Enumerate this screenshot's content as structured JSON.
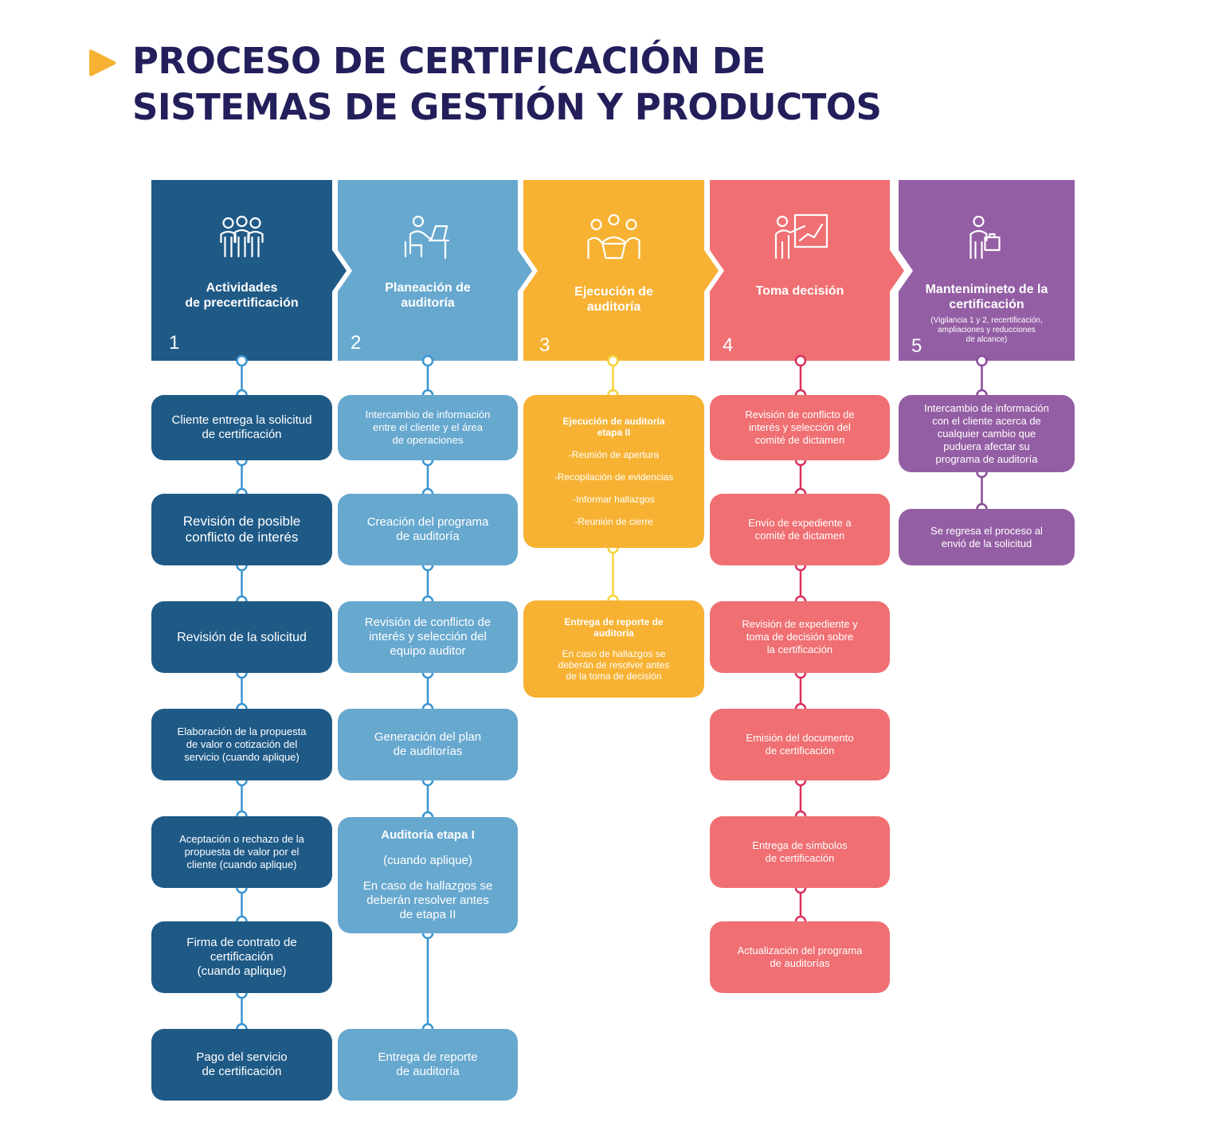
{
  "title": {
    "line1": "PROCESO DE CERTIFICACIÓN DE",
    "line2": "SISTEMAS DE GESTIÓN Y PRODUCTOS",
    "text_color": "#231f5b",
    "arrow_color": "#f7b233"
  },
  "colors": {
    "col1": "#1f5a87",
    "col2": "#67a8cf",
    "col3": "#f7b233",
    "col4": "#ef6f72",
    "col5": "#945ea4",
    "connector1": "#3a95d2",
    "connector2": "#3a95d2",
    "connector3": "#f5d33a",
    "connector4": "#d8305c",
    "connector5": "#8a4b9a"
  },
  "columns": [
    {
      "id": "col1",
      "number": "1",
      "title": "Actividades\nde precertificación",
      "subtitle": "",
      "icon": "people-group-icon",
      "steps": [
        {
          "lines": [
            {
              "text": "Cliente entrega la solicitud\nde certificación"
            }
          ]
        },
        {
          "lines": [
            {
              "text": "Revisión de posible\nconflicto de interés"
            }
          ]
        },
        {
          "lines": [
            {
              "text": "Revisión de la solicitud"
            }
          ]
        },
        {
          "lines": [
            {
              "text": "Elaboración de la propuesta\nde valor o cotización del\nservicio (cuando aplique)"
            }
          ]
        },
        {
          "lines": [
            {
              "text": "Aceptación o rechazo de la\npropuesta de valor por el\ncliente (cuando aplique)"
            }
          ]
        },
        {
          "lines": [
            {
              "text": "Firma de contrato de\ncertificación\n(cuando aplique)"
            }
          ]
        },
        {
          "lines": [
            {
              "text": "Pago del servicio\nde certificación"
            }
          ]
        }
      ]
    },
    {
      "id": "col2",
      "number": "2",
      "title": "Planeación de\nauditoría",
      "subtitle": "",
      "icon": "person-at-desk-icon",
      "steps": [
        {
          "lines": [
            {
              "text": "Intercambio de información\nentre el cliente y el área\nde operaciones"
            }
          ]
        },
        {
          "lines": [
            {
              "text": "Creación del programa\nde auditoría"
            }
          ]
        },
        {
          "lines": [
            {
              "text": "Revisión de conflicto de\ninterés y selección del\nequipo auditor"
            }
          ]
        },
        {
          "lines": [
            {
              "text": "Generación del plan\nde auditorías"
            }
          ]
        },
        {
          "lines": [
            {
              "text": "Auditoría etapa I",
              "bold": true
            },
            {
              "text": "(cuando aplique)"
            },
            {
              "text": "En caso de hallazgos se\ndeberán resolver antes\nde etapa II"
            }
          ]
        },
        {
          "lines": [
            {
              "text": "Entrega de reporte\nde auditoría"
            }
          ]
        }
      ]
    },
    {
      "id": "col3",
      "number": "3",
      "title": "Ejecución de\nauditoría",
      "subtitle": "",
      "icon": "meeting-table-icon",
      "steps": [
        {
          "lines": [
            {
              "text": "Ejecución de auditoría\netapa II",
              "bold": true
            },
            {
              "text": "-Reunión de apertura"
            },
            {
              "text": "-Recopilación de evidencias"
            },
            {
              "text": "-Informar hallazgos"
            },
            {
              "text": "-Reunión de cierre"
            }
          ]
        },
        {
          "lines": [
            {
              "text": "Entrega de reporte de\nauditoría",
              "bold": true
            },
            {
              "text": "En caso de hallazgos se\ndeberán de resolver antes\nde la toma de decisión"
            }
          ]
        }
      ]
    },
    {
      "id": "col4",
      "number": "4",
      "title": "Toma decisión",
      "subtitle": "",
      "icon": "presentation-board-icon",
      "steps": [
        {
          "lines": [
            {
              "text": "Revisión de conflicto de\ninterés y selección del\ncomité de dictamen"
            }
          ]
        },
        {
          "lines": [
            {
              "text": "Envío de expediente a\ncomité de dictamen"
            }
          ]
        },
        {
          "lines": [
            {
              "text": "Revisión de expediente y\ntoma de decisión sobre\nla certificación"
            }
          ]
        },
        {
          "lines": [
            {
              "text": "Emisión del documento\nde certificación"
            }
          ]
        },
        {
          "lines": [
            {
              "text": "Entrega de símbolos\nde certificación"
            }
          ]
        },
        {
          "lines": [
            {
              "text": "Actualización del programa\nde auditorías"
            }
          ]
        }
      ]
    },
    {
      "id": "col5",
      "number": "5",
      "title": "Mantenimineto de la\ncertificación",
      "subtitle": "(Vigilancia 1 y 2, recertificación,\nampliaciones y reducciones\nde alcance)",
      "icon": "person-with-briefcase-icon",
      "steps": [
        {
          "lines": [
            {
              "text": "Intercambio de información\ncon el cliente acerca de\ncualquier cambio que\npuduera afectar su\nprograma de auditoría"
            }
          ]
        },
        {
          "lines": [
            {
              "text": "Se regresa el proceso al\nenvió de la solicitud"
            }
          ]
        }
      ]
    }
  ]
}
